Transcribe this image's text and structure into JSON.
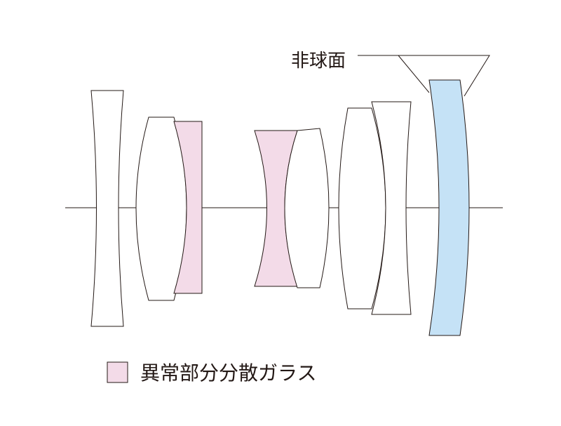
{
  "annotation": {
    "aspherical_label": "非球面"
  },
  "legend": {
    "label": "異常部分分散ガラス"
  },
  "colors": {
    "ed_glass": "#f3dbe8",
    "aspherical": "#c5e2f6",
    "clear": "#ffffff",
    "stroke": "#231815"
  },
  "elements": [
    {
      "id": 1,
      "glass": "clear"
    },
    {
      "id": 2,
      "glass": "clear"
    },
    {
      "id": 3,
      "glass": "ed_glass"
    },
    {
      "id": 4,
      "glass": "ed_glass"
    },
    {
      "id": 5,
      "glass": "clear"
    },
    {
      "id": 6,
      "glass": "clear"
    },
    {
      "id": 7,
      "glass": "clear"
    },
    {
      "id": 8,
      "glass": "aspherical"
    }
  ]
}
